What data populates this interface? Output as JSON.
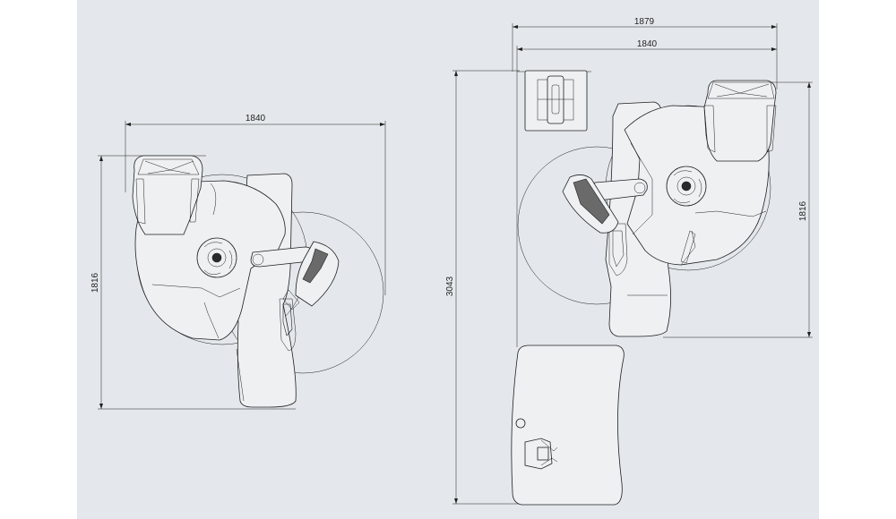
{
  "left_view": {
    "width_dim": "1840",
    "height_dim": "1816"
  },
  "right_view": {
    "overall_width_dim": "1879",
    "width_dim": "1840",
    "overall_length_dim": "3043",
    "height_dim": "1816"
  },
  "colors": {
    "background": "#ffffff",
    "panel": "#e4e8ec",
    "line": "#1f1f1f"
  }
}
